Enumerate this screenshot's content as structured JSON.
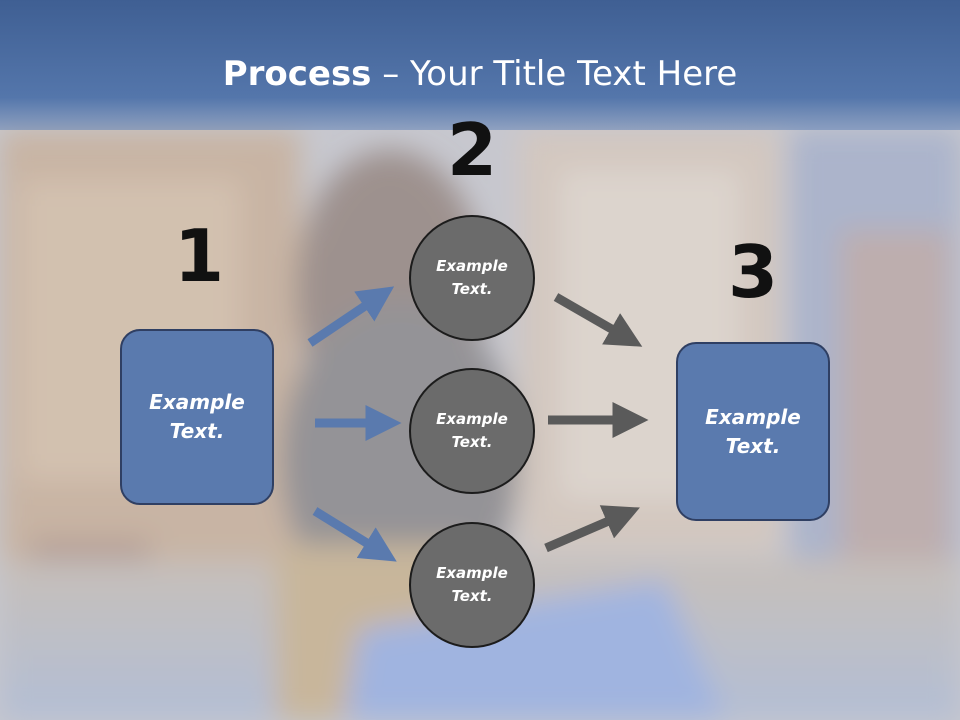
{
  "title": {
    "strong": "Process",
    "rest": " – Your Title Text Here"
  },
  "steps": {
    "one": "1",
    "two": "2",
    "three": "3"
  },
  "boxes": {
    "left": "Example\nText.",
    "right": "Example\nText."
  },
  "circles": {
    "top": "Example\nText.",
    "middle": "Example\nText.",
    "bottom": "Example\nText."
  },
  "colors": {
    "title_bar": "#4a6aa0",
    "box_fill": "#5a7aae",
    "box_border": "#2f3f63",
    "circle_fill": "#6b6b6b",
    "circle_border": "#1c1c1c",
    "blue_arrow": "#5a7aae",
    "gray_arrow": "#5a5a5a"
  }
}
